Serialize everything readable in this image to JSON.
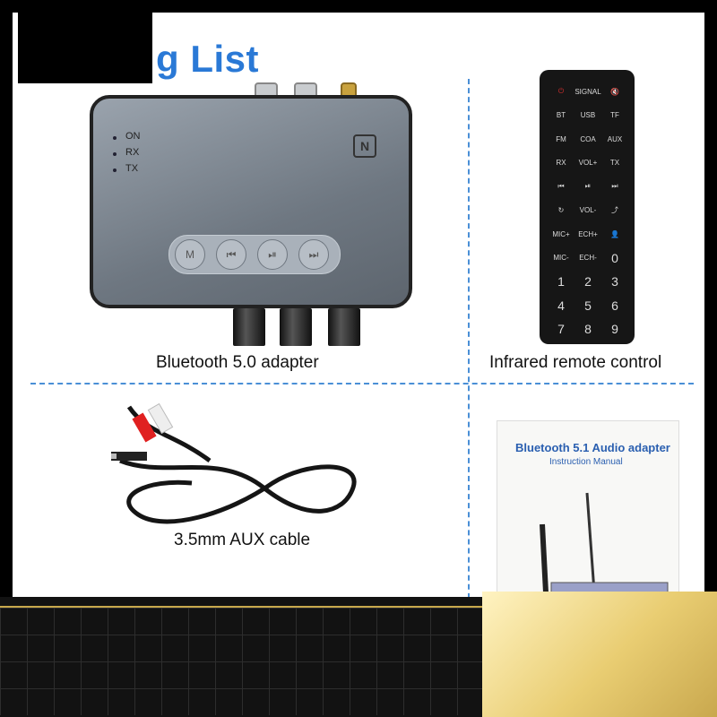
{
  "title": "g List",
  "items": {
    "adapter": {
      "caption": "Bluetooth 5.0 adapter",
      "leds": [
        "ON",
        "RX",
        "TX"
      ],
      "buttons": [
        "M",
        "⏮",
        "⏯",
        "⏭"
      ],
      "nfc_icon": "nfc-icon"
    },
    "remote": {
      "caption": "Infrared remote control",
      "keys": [
        [
          "⏻",
          "SIGNAL",
          "🔇"
        ],
        [
          "BT",
          "USB",
          "TF"
        ],
        [
          "FM",
          "COA",
          "AUX"
        ],
        [
          "RX",
          "VOL+",
          "TX"
        ],
        [
          "⏮",
          "⏯",
          "⏭"
        ],
        [
          "↻",
          "VOL-",
          "⤴"
        ],
        [
          "MIC+",
          "ECH+",
          "👤"
        ],
        [
          "MIC-",
          "ECH-",
          "0"
        ],
        [
          "1",
          "2",
          "3"
        ],
        [
          "4",
          "5",
          "6"
        ],
        [
          "7",
          "8",
          "9"
        ]
      ]
    },
    "cable": {
      "caption": "3.5mm AUX cable"
    },
    "manual": {
      "title": "Bluetooth 5.1 Audio adapter",
      "subtitle": "Instruction Manual"
    }
  },
  "colors": {
    "accent": "#2a79d6",
    "divider": "#4a8fd6",
    "gold": "#e9cd72"
  }
}
